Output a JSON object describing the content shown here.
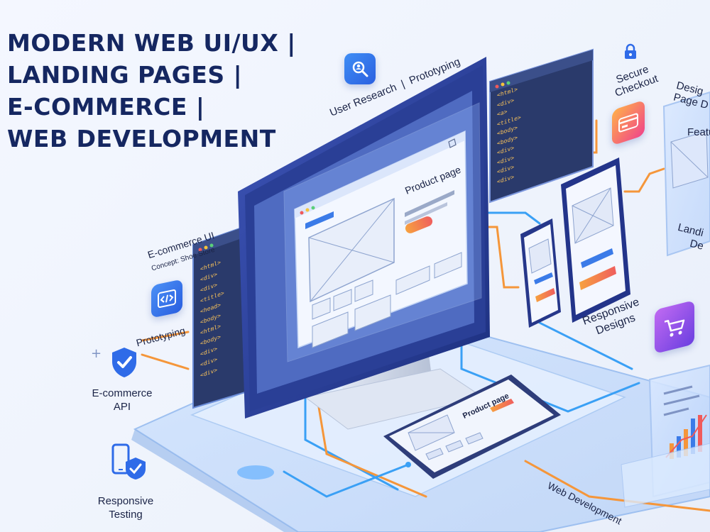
{
  "title_lines": [
    "MODERN WEB UI/UX |",
    "LANDING PAGES |",
    "E-COMMERCE |",
    "WEB DEVELOPMENT"
  ],
  "labels": {
    "user_research": "User Research",
    "prototyping_top": "Prototyping",
    "secure_checkout_1": "Secure",
    "secure_checkout_2": "Checkout",
    "design_page_1": "Desig",
    "design_page_2": "Page D",
    "feature": "Featu",
    "landing_1": "Landi",
    "landing_2": "De",
    "ecommerce_ui": "E-commerce UI",
    "concept": "Concept: Shoe Store",
    "prototyping_left": "Prototyping",
    "ecommerce_api_1": "E-commerce",
    "ecommerce_api_2": "API",
    "responsive_testing_1": "Responsive",
    "responsive_testing_2": "Testing",
    "responsive_designs_1": "Responsive",
    "responsive_designs_2": "Designs",
    "product_page_monitor": "Product page",
    "product_page_tablet": "Product page",
    "web_development": "Web Development"
  },
  "code_lines_top": [
    "<html>",
    "<div>",
    "<a>",
    "<title>",
    "<body>",
    "<body>",
    "<div>",
    "<div>",
    "<div>",
    "<div>"
  ],
  "code_lines_left": [
    "<html>",
    "<div>",
    "<div>",
    "<title>",
    "<head>",
    "<body>",
    "<html>",
    "<body>",
    "<div>",
    "<div>",
    "<div>"
  ],
  "colors": {
    "accent_blue": "#2f6be8",
    "accent_orange": "#f5963a",
    "navy": "#152761",
    "code_bg": "#2a3a6b"
  }
}
